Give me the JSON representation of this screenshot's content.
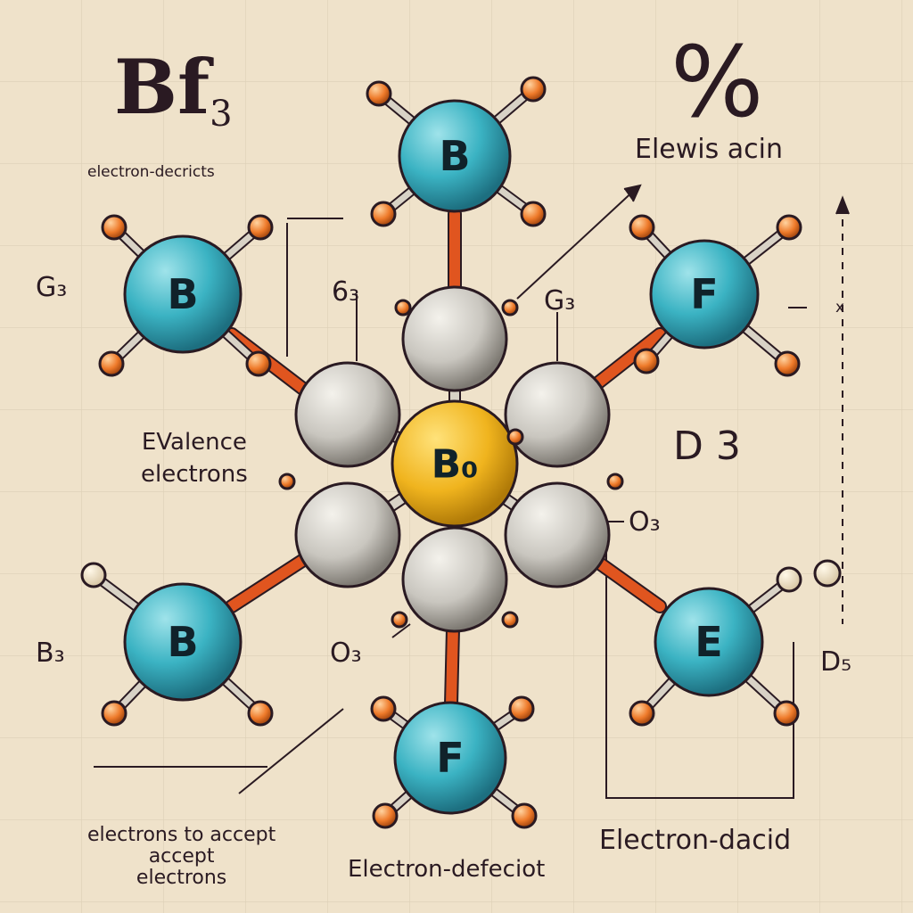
{
  "title": {
    "main": "Bf",
    "sub": "3"
  },
  "subtitle": "electron-decricts",
  "percent_symbol": "%",
  "lewis_label": "Elewis acin",
  "labels": {
    "left_upper": "G₃",
    "left_lower": "B₃",
    "ring_left": "6₃",
    "ring_right": "G₃",
    "valence": [
      "EValence",
      "electrons"
    ],
    "right_middle": "D 3",
    "right_o3": "O₃",
    "lower_o3": "O₃",
    "right_lower": "D₅",
    "right_axis": "x",
    "bottom_left": [
      "electrons to accept",
      "accept",
      "electrons"
    ],
    "bottom_center": "Electron-defeciot",
    "bottom_right": "Electron-dacid"
  },
  "atoms": {
    "top": "B",
    "left_upper": "B",
    "right_upper": "F",
    "center": "B₀",
    "left_lower": "B",
    "right_lower": "E",
    "bottom": "F"
  },
  "colors": {
    "background": "#efe2ca",
    "blue_atom": "#3bb3c3",
    "grey_atom": "#c9c6bf",
    "gold_atom": "#f0b41e",
    "orange_atom": "#ee7a2a",
    "bond": "#e0551f",
    "ink": "#2a1a22"
  }
}
